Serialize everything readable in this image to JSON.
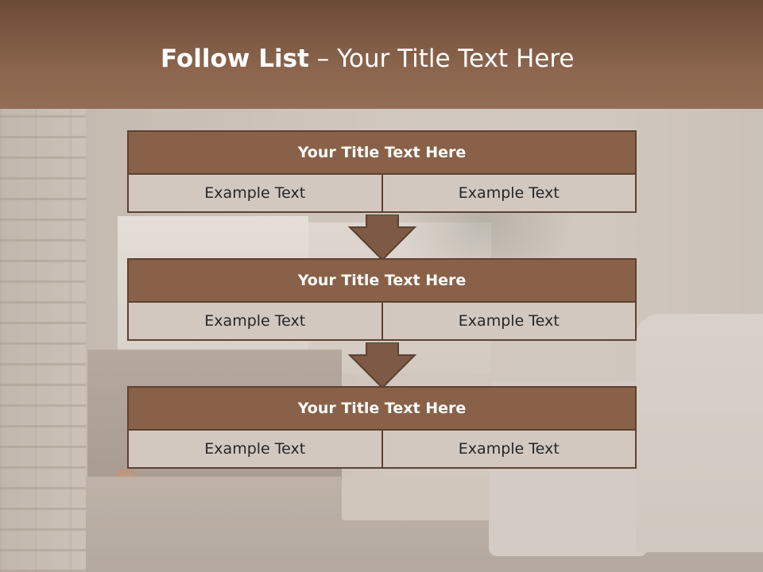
{
  "header": {
    "title_bold": "Follow List",
    "title_rest": " – Your Title Text Here"
  },
  "steps": [
    {
      "title": "Your Title Text Here",
      "left": "Example Text",
      "right": "Example Text"
    },
    {
      "title": "Your Title Text Here",
      "left": "Example Text",
      "right": "Example Text"
    },
    {
      "title": "Your Title Text Here",
      "left": "Example Text",
      "right": "Example Text"
    }
  ],
  "colors": {
    "header": "#8a644c",
    "title_bar": "#896148",
    "cell": "#d3c8c0",
    "border": "#5e4131"
  }
}
